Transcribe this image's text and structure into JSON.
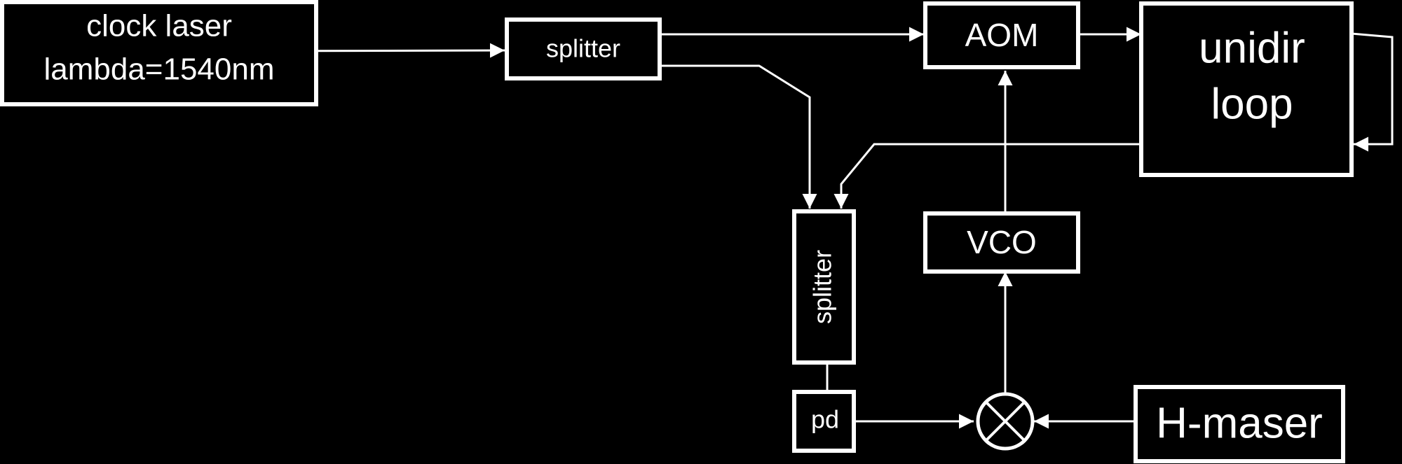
{
  "blocks": {
    "clock_laser": {
      "line1": "clock laser",
      "line2": "lambda=1540nm"
    },
    "splitter_top": {
      "label": "splitter"
    },
    "aom": {
      "label": "AOM"
    },
    "unidir_loop": {
      "line1": "unidir",
      "line2": "loop"
    },
    "splitter_vertical": {
      "label": "splitter"
    },
    "vco": {
      "label": "VCO"
    },
    "pd": {
      "label": "pd"
    },
    "h_maser": {
      "label": "H-maser"
    }
  },
  "colors": {
    "background": "#000000",
    "foreground": "#ffffff"
  }
}
